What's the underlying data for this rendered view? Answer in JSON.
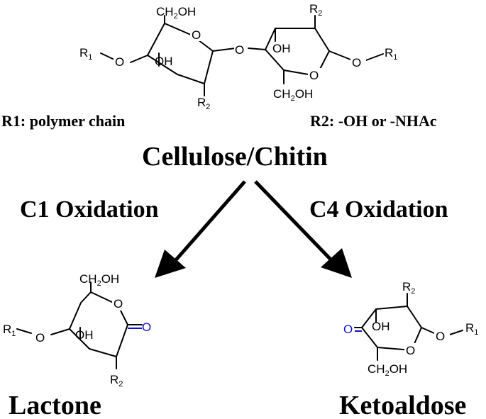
{
  "labels": {
    "r1_note": "R1: polymer chain",
    "r2_note": "R2: -OH or -NHAc",
    "substrate": "Cellulose/Chitin",
    "c1_route": "C1 Oxidation",
    "c4_route": "C4 Oxidation",
    "product_lactone": "Lactone",
    "product_ketoaldose": "Ketoaldose"
  },
  "atoms": {
    "ch2oh": "CH2OH",
    "oh": "OH",
    "o": "O",
    "r1": "R1",
    "r2": "R2",
    "carbonyl_o": "O"
  },
  "colors": {
    "ink": "#000000",
    "carbonyl": "#1010c8"
  }
}
